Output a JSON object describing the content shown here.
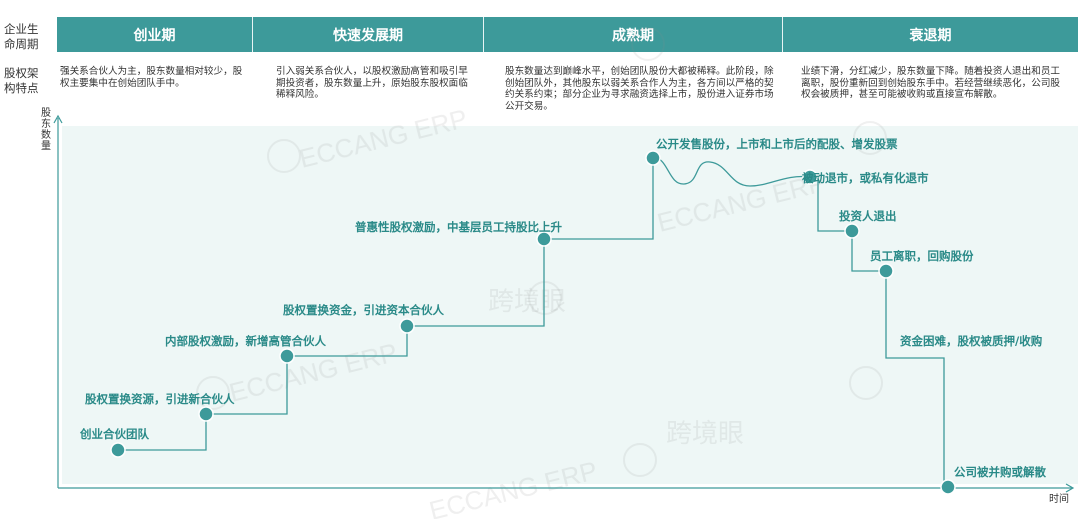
{
  "row_labels": {
    "lifecycle": "企业生命周期",
    "features": "股权架构特点"
  },
  "stages": [
    {
      "name": "创业期",
      "desc": "强关系合伙人为主，股东数量相对较少，股权主要集中在创始团队手中。"
    },
    {
      "name": "快速发展期",
      "desc": "引入弱关系合伙人，以股权激励高管和吸引早期投资者，股东数量上升，原始股东股权面临稀释风险。"
    },
    {
      "name": "成熟期",
      "desc": "股东数量达到巅峰水平，创始团队股份大都被稀释。此阶段，除创始团队外，其他股东以弱关系合作人为主，各方间以严格的契约关系约束；部分企业为寻求融资选择上市，股份进入证券市场公开交易。"
    },
    {
      "name": "衰退期",
      "desc": "业绩下滑，分红减少，股东数量下降。随着投资人退出和员工离职，股份重新回到创始股东手中。若经营继续恶化，公司股权会被质押，甚至可能被收购或直接宣布解散。"
    }
  ],
  "axis": {
    "y_label": "股东数量",
    "x_label": "时间"
  },
  "events": [
    "创业合伙团队",
    "股权置换资源，引进新合伙人",
    "内部股权激励，新增高管合伙人",
    "股权置换资金，引进资本合伙人",
    "普惠性股权激励，中基层员工持股比上升",
    "公开发售股份，上市和上市后的配股、增发股票",
    "被动退市，或私有化退市",
    "投资人退出",
    "员工离职，回购股份",
    "资金困难，股权被质押/收购",
    "公司被并购或解散"
  ],
  "colors": {
    "header_bg": "#3d9a9a",
    "accent": "#2a8a88",
    "node": "#3d9a9a",
    "plot_bg": "#eef7f6"
  },
  "watermarks": [
    "ECCANG ERP",
    "跨境眼"
  ]
}
